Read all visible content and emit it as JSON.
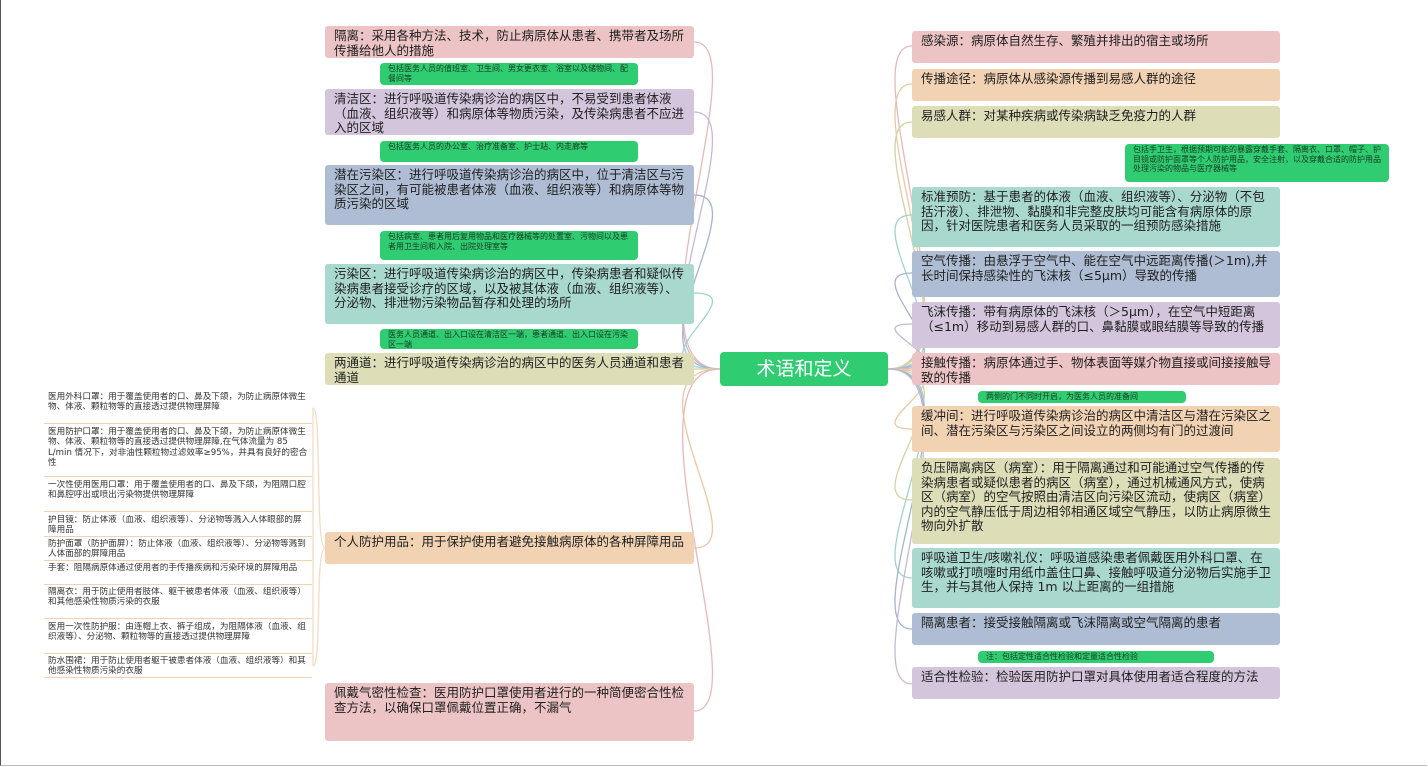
{
  "root": "术语和定义",
  "left": [
    {
      "text": "隔离：采用各种方法、技术，防止病原体从患者、携带者及场所传播给他人的措施"
    },
    {
      "note": "包括医务人员的值班室、卫生间、男女更衣室、浴室以及储物间、配餐间等",
      "text": "清洁区：进行呼吸道传染病诊治的病区中，不易受到患者体液（血液、组织液等）和病原体等物质污染，及传染病患者不应进入的区域"
    },
    {
      "note": "包括医务人员的办公室、治疗准备室、护士站、内走廊等",
      "text": "潜在污染区：进行呼吸道传染病诊治的病区中，位于清洁区与污染区之间，有可能被患者体液（血液、组织液等）和病原体等物质污染的区域"
    },
    {
      "note": "包括病室、患者用后复用物品和医疗器械等的处置室、污物间以及患者用卫生间和入院、出院处理室等",
      "text": "污染区：进行呼吸道传染病诊治的病区中，传染病患者和疑似传染病患者接受诊疗的区域，以及被其体液（血液、组织液等）、分泌物、排泄物污染物品暂存和处理的场所"
    },
    {
      "note": "医务人员通道、出入口设在清洁区一端，患者通道、出入口设在污染区一端",
      "text": "两通道：进行呼吸道传染病诊治的病区中的医务人员通道和患者通道"
    },
    {
      "text": "个人防护用品：用于保护使用者避免接触病原体的各种屏障用品",
      "children": [
        "医用外科口罩：用于覆盖使用者的口、鼻及下颌，为防止病原体微生物、体液、颗粒物等的直接透过提供物理屏障",
        "医用防护口罩：用于覆盖使用者的口、鼻及下颌，为防止病原体微生物、体液、颗粒物等的直接透过提供物理屏障,在气体流量为 85 L/min 情况下，对非油性颗粒物过滤效率≥95%，并具有良好的密合性",
        "一次性使用医用口罩：用于覆盖使用者的口、鼻及下颌，为阻隔口腔和鼻腔呼出或喷出污染物提供物理屏障",
        "护目镜：防止体液（血液、组织液等）、分泌物等溅入人体眼部的屏障用品",
        "防护面罩（防护面屏）：防止体液（血液、组织液等）、分泌物等溅到人体面部的屏障用品",
        "手套：阻隔病原体通过使用者的手传播疾病和污染环境的屏障用品",
        "隔离衣：用于防止使用者肢体、躯干被患者体液（血液、组织液等）和其他感染性物质污染的衣服",
        "医用一次性防护服：由连帽上衣、裤子组成，为阻隔体液（血液、组织液等）、分泌物、颗粒物等的直接透过提供物理屏障",
        "防水围裙：用于防止使用者躯干被患者体液（血液、组织液等）和其他感染性物质污染的衣服"
      ]
    },
    {
      "text": "佩戴气密性检查：医用防护口罩使用者进行的一种简便密合性检查方法，以确保口罩佩戴位置正确，不漏气"
    }
  ],
  "right": [
    {
      "text": "感染源：病原体自然生存、繁殖并排出的宿主或场所"
    },
    {
      "text": "传播途径：病原体从感染源传播到易感人群的途径"
    },
    {
      "text": "易感人群：对某种疾病或传染病缺乏免疫力的人群"
    },
    {
      "note": "包括手卫生，根据预期可能的暴露穿戴手套、隔离衣、口罩、帽子、护目镜或防护面罩等个人防护用品，安全注射，以及穿戴合适的防护用品处理污染的物品与医疗器械等",
      "text": "标准预防：基于患者的体液（血液、组织液等）、分泌物（不包括汗液）、排泄物、黏膜和非完整皮肤均可能含有病原体的原因，针对医院患者和医务人员采取的一组预防感染措施"
    },
    {
      "text": "空气传播：由悬浮于空气中、能在空气中远距离传播(＞1m),并长时间保持感染性的飞沫核（≤5μm）导致的传播"
    },
    {
      "text": "飞沫传播：带有病原体的飞沫核（＞5μm），在空气中短距离（≤1m）移动到易感人群的口、鼻黏膜或眼结膜等导致的传播"
    },
    {
      "text": "接触传播：病原体通过手、物体表面等媒介物直接或间接接触导致的传播"
    },
    {
      "note": "两侧的门不同时开启，为医务人员的准备间",
      "text": "缓冲间：进行呼吸道传染病诊治的病区中清洁区与潜在污染区之间、潜在污染区与污染区之间设立的两侧均有门的过渡间"
    },
    {
      "text": "负压隔离病区（病室）：用于隔离通过和可能通过空气传播的传染病患者或疑似患者的病区（病室），通过机械通风方式，使病区（病室）的空气按照由清洁区向污染区流动，使病区（病室）内的空气静压低于周边相邻相通区域空气静压，以防止病原微生物向外扩散"
    },
    {
      "text": "呼吸道卫生/咳嗽礼仪：呼吸道感染患者佩戴医用外科口罩、在咳嗽或打喷嚏时用纸巾盖住口鼻、接触呼吸道分泌物后实施手卫生，并与其他人保持 1m 以上距离的一组措施"
    },
    {
      "text": "隔离患者：接受接触隔离或飞沫隔离或空气隔离的患者"
    },
    {
      "note": "注：包括定性适合性检验和定量适合性检验",
      "text": "适合性检验：检验医用防护口罩对具体使用者适合程度的方法"
    }
  ],
  "colors": {
    "pink": "#edc4c5",
    "lavender": "#d3c5dc",
    "blue": "#aebdd3",
    "teal": "#a9d8cf",
    "olive": "#dddeb8",
    "peach": "#f1d2b3",
    "green": "#2fcc71"
  }
}
